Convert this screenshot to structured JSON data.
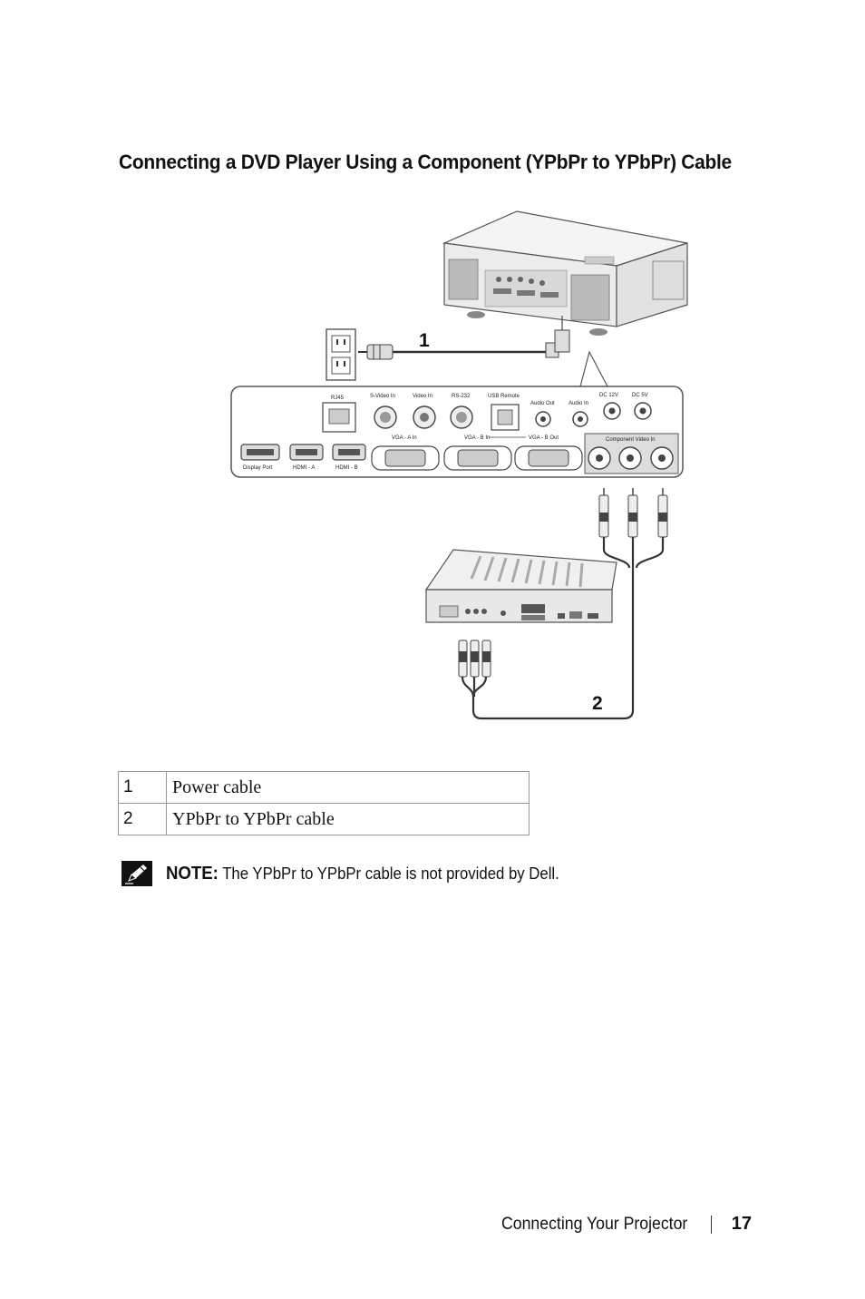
{
  "page": {
    "title": "Connecting a DVD Player Using a Component (YPbPr to YPbPr) Cable"
  },
  "figure": {
    "callout_1": "1",
    "callout_2": "2",
    "panel_labels": {
      "rj45": "RJ45",
      "s_video_in": "S-Video In",
      "video_in": "Video In",
      "rs232": "RS-232",
      "usb_remote": "USB Remote",
      "audio_out": "Audio Out",
      "audio_in": "Audio In",
      "dc_12v": "DC 12V",
      "dc_5v": "DC 5V",
      "display_port": "Display Port",
      "hdmi_a": "HDMI - A",
      "hdmi_b": "HDMI - B",
      "vga_a_in": "VGA - A In",
      "vga_b_in": "VGA - B In",
      "vga_b_out": "VGA - B Out",
      "component_video_in": "Component Video In"
    }
  },
  "callout_table": [
    {
      "num": "1",
      "desc": "Power cable"
    },
    {
      "num": "2",
      "desc": "YPbPr to YPbPr cable"
    }
  ],
  "note": {
    "label": "NOTE:",
    "text": " The YPbPr to YPbPr cable is not provided by Dell."
  },
  "footer": {
    "section": "Connecting Your Projector",
    "page_number": "17"
  }
}
